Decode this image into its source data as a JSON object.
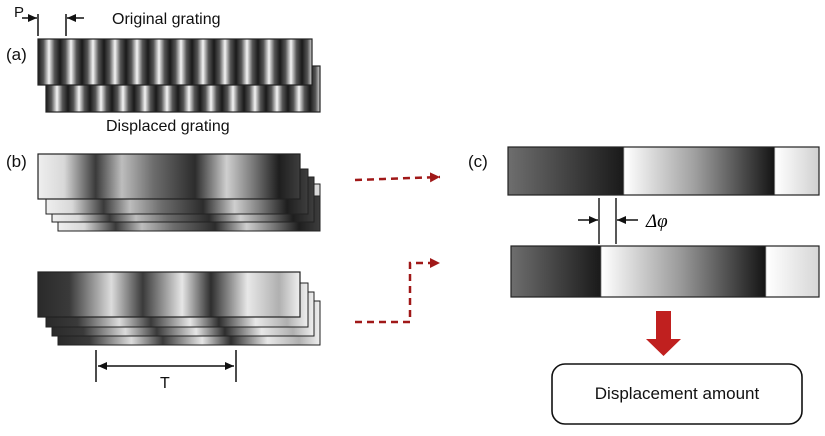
{
  "panel_a": {
    "label": "(a)",
    "pitch_label": "P",
    "original_caption": "Original grating",
    "displaced_caption": "Displaced grating"
  },
  "panel_b": {
    "label": "(b)",
    "period_label": "T"
  },
  "panel_c": {
    "label": "(c)",
    "phase_label": "Δφ",
    "result_label": "Displacement amount"
  },
  "colors": {
    "arrow_dashed": "#a01818",
    "result_arrow": "#c0201f",
    "ink": "#111111"
  }
}
